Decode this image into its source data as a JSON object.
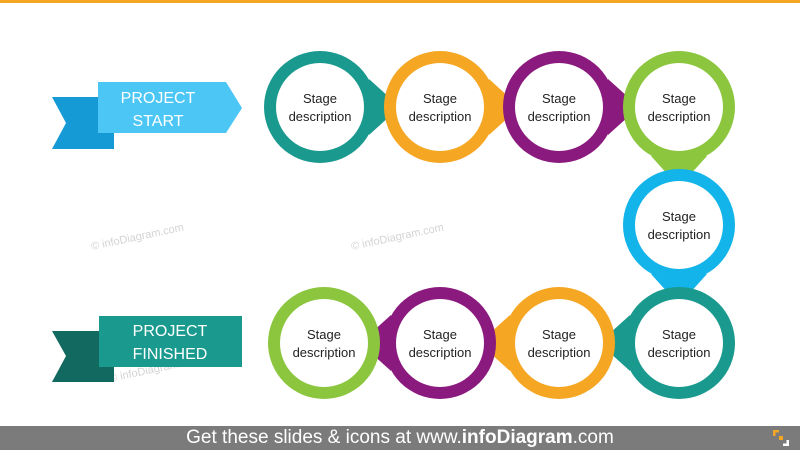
{
  "start_banner": {
    "line1": "PROJECT",
    "line2": "START",
    "color": "#4cc6f5",
    "tail_color": "#169ad6"
  },
  "end_banner": {
    "line1": "PROJECT",
    "line2": "FINISHED",
    "color": "#1a9a8e",
    "tail_color": "#11695f"
  },
  "stages": [
    {
      "line1": "Stage",
      "line2": "description",
      "color": "#1a9a8e",
      "pointer": "right"
    },
    {
      "line1": "Stage",
      "line2": "description",
      "color": "#f5a623",
      "pointer": "right"
    },
    {
      "line1": "Stage",
      "line2": "description",
      "color": "#8b1a7e",
      "pointer": "right"
    },
    {
      "line1": "Stage",
      "line2": "description",
      "color": "#8cc63e",
      "pointer": "down"
    },
    {
      "line1": "Stage",
      "line2": "description",
      "color": "#13b4ea",
      "pointer": "down"
    },
    {
      "line1": "Stage",
      "line2": "description",
      "color": "#1a9a8e",
      "pointer": "left"
    },
    {
      "line1": "Stage",
      "line2": "description",
      "color": "#f5a623",
      "pointer": "left"
    },
    {
      "line1": "Stage",
      "line2": "description",
      "color": "#8b1a7e",
      "pointer": "left"
    },
    {
      "line1": "Stage",
      "line2": "description",
      "color": "#8cc63e",
      "pointer": "none"
    }
  ],
  "watermark": "© infoDiagram.com",
  "footer": {
    "prefix": "Get these slides & icons at www.",
    "brand": "infoDiagram",
    "suffix": ".com"
  },
  "colors": {
    "top_rule": "#f5a623",
    "footer_bg": "#7b7b7b"
  }
}
